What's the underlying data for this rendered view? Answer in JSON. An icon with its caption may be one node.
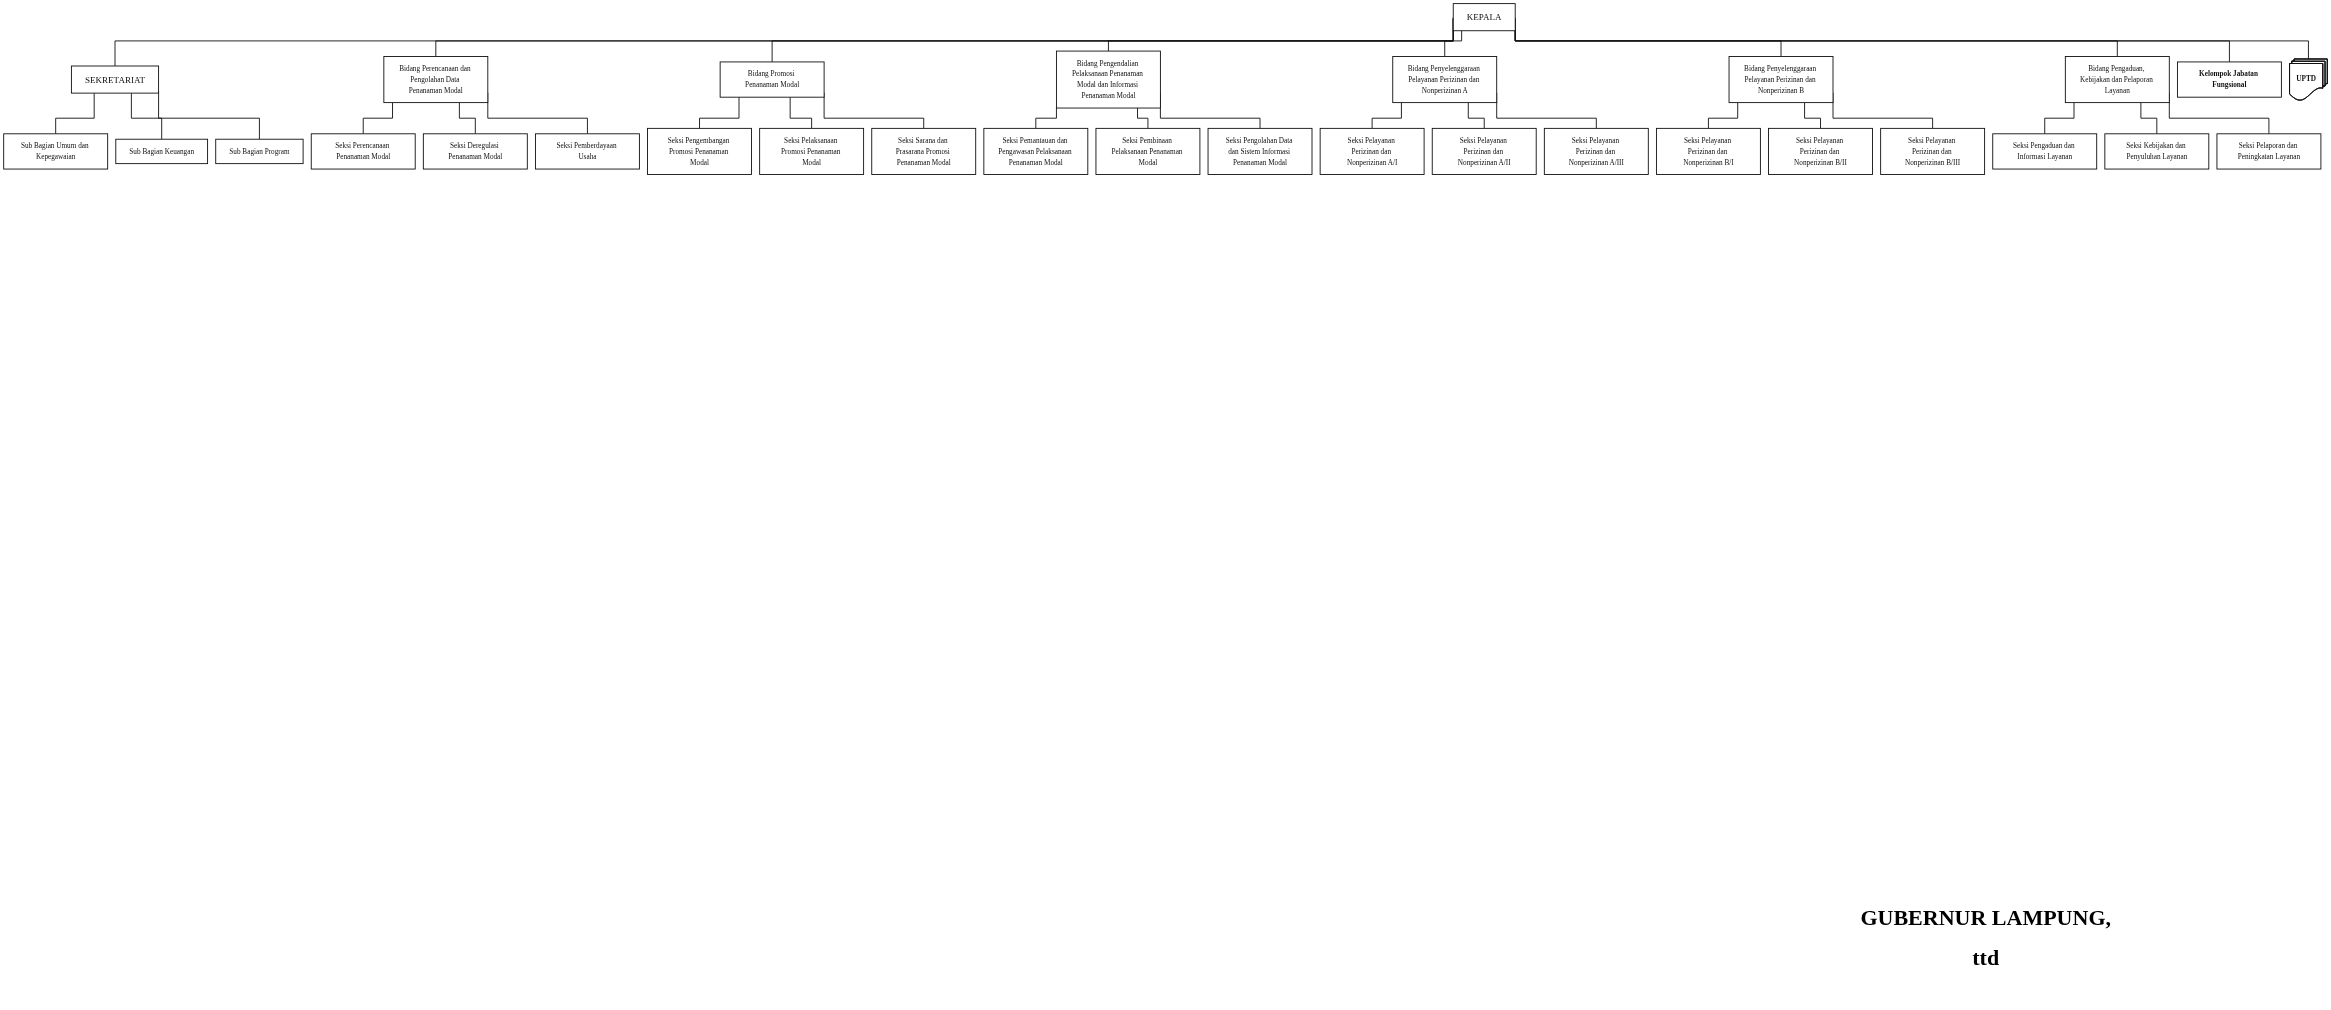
{
  "diagram": {
    "nodes": [
      {
        "text": [
          "KEPALA"
        ]
      },
      {
        "text": [
          "SEKRETARIAT"
        ]
      },
      {
        "text": [
          "Sub Bagian Umum dan Kepegawaian"
        ]
      },
      {
        "text": [
          "Sub Bagian Keuangan"
        ]
      },
      {
        "text": [
          "Sub Bagian Program"
        ]
      },
      {
        "text": [
          "Bidang Perencanaan dan Pengolahan Data Penanaman Modal"
        ]
      },
      {
        "text": [
          "Seksi Perencanaan Penanaman Modal"
        ]
      },
      {
        "text": [
          "Seksi Deregulasi Penanaman Modal"
        ]
      },
      {
        "text": [
          "Seksi Pemberdayaan Usaha"
        ]
      },
      {
        "text": [
          "Bidang Promosi Penanaman Modal"
        ]
      },
      {
        "text": [
          "Seksi Pengembangan Promosi Penanaman Modal"
        ]
      },
      {
        "text": [
          "Seksi Pelaksanaan Promosi Penanaman Modal"
        ]
      },
      {
        "text": [
          "Seksi Sarana dan Prasarana Promosi Penanaman Modal"
        ]
      },
      {
        "text": [
          "Bidang Pengendalian Pelaksanaan Penanaman Modal dan Informasi Penanaman Modal"
        ]
      },
      {
        "text": [
          "Seksi Pemantauan dan Pengawasan Pelaksanaan Penanaman Modal"
        ]
      },
      {
        "text": [
          "Seksi Pembinaan Pelaksanaan Penanaman Modal"
        ]
      },
      {
        "text": [
          "Seksi Pengolahan Data dan Sistem Informasi Penanaman Modal"
        ]
      },
      {
        "text": [
          "Bidang Penyelenggaraan Pelayanan Perizinan dan Nonperizinan A"
        ]
      },
      {
        "text": [
          "Seksi Pelayanan Perizinan dan Nonperizinan A/I"
        ]
      },
      {
        "text": [
          "Seksi Pelayanan Perizinan dan Nonperizinan A/II"
        ]
      },
      {
        "text": [
          "Seksi Pelayanan Perizinan dan Nonperizinan A/III"
        ]
      },
      {
        "text": [
          "Bidang Penyelenggaraan Pelayanan Perizinan dan Nonperizinan B"
        ]
      },
      {
        "text": [
          "Seksi Pelayanan Perizinan dan Nonperizinan B/I"
        ]
      },
      {
        "text": [
          "Seksi Pelayanan Perizinan dan Nonperizinan B/II"
        ]
      },
      {
        "text": [
          "Seksi Pelayanan Perizinan dan Nonperizinan B/III"
        ]
      },
      {
        "text": [
          "Bidang Pengaduan, Kebijakan dan Pelaporan Layanan"
        ]
      },
      {
        "text": [
          "Seksi Pengaduan dan Informasi Layanan"
        ]
      },
      {
        "text": [
          "Seksi Kebijakan dan Penyuluhan Layanan"
        ]
      },
      {
        "text": [
          "Seksi Pelaporan dan Peningkatan Layanan"
        ]
      },
      {
        "text": [
          "Kelompok Jabatan Fungsional"
        ]
      },
      {
        "text": [
          "UPTD"
        ]
      }
    ],
    "edges": [
      {
        "from": 0,
        "to": 1,
        "arrow": "none"
      },
      {
        "from": 1,
        "to": 2,
        "arrow": "none"
      },
      {
        "from": 1,
        "to": 3,
        "arrow": "none"
      },
      {
        "from": 1,
        "to": 4,
        "arrow": "none"
      },
      {
        "from": 0,
        "to": 5,
        "arrow": "none"
      },
      {
        "from": 5,
        "to": 6,
        "arrow": "none"
      },
      {
        "from": 5,
        "to": 7,
        "arrow": "none"
      },
      {
        "from": 5,
        "to": 8,
        "arrow": "none"
      },
      {
        "from": 0,
        "to": 9,
        "arrow": "none"
      },
      {
        "from": 9,
        "to": 10,
        "arrow": "none"
      },
      {
        "from": 9,
        "to": 11,
        "arrow": "none"
      },
      {
        "from": 9,
        "to": 12,
        "arrow": "none"
      },
      {
        "from": 0,
        "to": 13,
        "arrow": "none"
      },
      {
        "from": 13,
        "to": 14,
        "arrow": "none"
      },
      {
        "from": 13,
        "to": 15,
        "arrow": "none"
      },
      {
        "from": 13,
        "to": 16,
        "arrow": "none"
      },
      {
        "from": 0,
        "to": 17,
        "arrow": "none"
      },
      {
        "from": 17,
        "to": 18,
        "arrow": "none"
      },
      {
        "from": 17,
        "to": 19,
        "arrow": "none"
      },
      {
        "from": 17,
        "to": 20,
        "arrow": "none"
      },
      {
        "from": 0,
        "to": 21,
        "arrow": "none"
      },
      {
        "from": 21,
        "to": 22,
        "arrow": "none"
      },
      {
        "from": 21,
        "to": 23,
        "arrow": "none"
      },
      {
        "from": 21,
        "to": 24,
        "arrow": "none"
      },
      {
        "from": 0,
        "to": 25,
        "arrow": "none"
      },
      {
        "from": 25,
        "to": 26,
        "arrow": "none"
      },
      {
        "from": 25,
        "to": 27,
        "arrow": "none"
      },
      {
        "from": 25,
        "to": 28,
        "arrow": "none"
      },
      {
        "from": 0,
        "to": 29,
        "arrow": "none"
      },
      {
        "from": 0,
        "to": 30,
        "arrow": "none"
      }
    ],
    "labels": [
      "GUBERNUR LAMPUNG,",
      "ttd"
    ]
  }
}
